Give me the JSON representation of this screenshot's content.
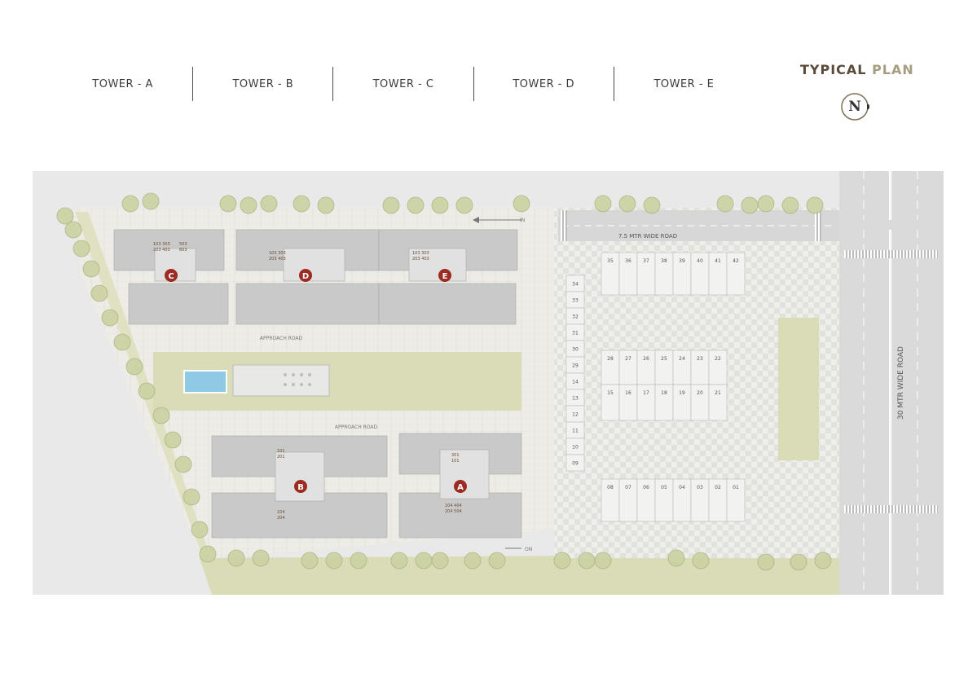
{
  "tabs": [
    {
      "label": "TOWER - A"
    },
    {
      "label": "TOWER - B"
    },
    {
      "label": "TOWER - C"
    },
    {
      "label": "TOWER - D"
    },
    {
      "label": "TOWER - E"
    }
  ],
  "plan_title": {
    "word1": "TYPICAL",
    "word2": "PLAN"
  },
  "compass": {
    "letter": "N"
  },
  "roads": {
    "road_7_5": "7.5 MTR WIDE ROAD",
    "road_30": "30 MTR WIDE ROAD",
    "approach_1": "APPROACH ROAD",
    "approach_2": "APPROACH ROAD"
  },
  "markers": {
    "in_label": "IN",
    "on_label": "ON"
  },
  "towers": [
    {
      "letter": "C"
    },
    {
      "letter": "D"
    },
    {
      "letter": "E"
    },
    {
      "letter": "B"
    },
    {
      "letter": "A"
    }
  ],
  "shops": {
    "top_row": [
      "35",
      "36",
      "37",
      "38",
      "39",
      "40",
      "41",
      "42"
    ],
    "middle_top": [
      "28",
      "27",
      "26",
      "25",
      "24",
      "23",
      "22"
    ],
    "middle_bottom": [
      "15",
      "16",
      "17",
      "18",
      "19",
      "20",
      "21"
    ],
    "bottom_row": [
      "08",
      "07",
      "06",
      "05",
      "04",
      "03",
      "02",
      "01"
    ],
    "left_column": [
      "34",
      "33",
      "32",
      "31",
      "30",
      "29",
      "14",
      "13",
      "12",
      "11",
      "10",
      "09"
    ]
  },
  "colors": {
    "tower_marker": "#9c2b22",
    "lawn": "#d9dcb6",
    "paving": "#ece9e2",
    "road": "#dcdcdc",
    "building": "#c9c9c9",
    "pool": "#8ec9e6",
    "text_accent": "#a89c7e",
    "text_dark": "#5a4a3a"
  }
}
